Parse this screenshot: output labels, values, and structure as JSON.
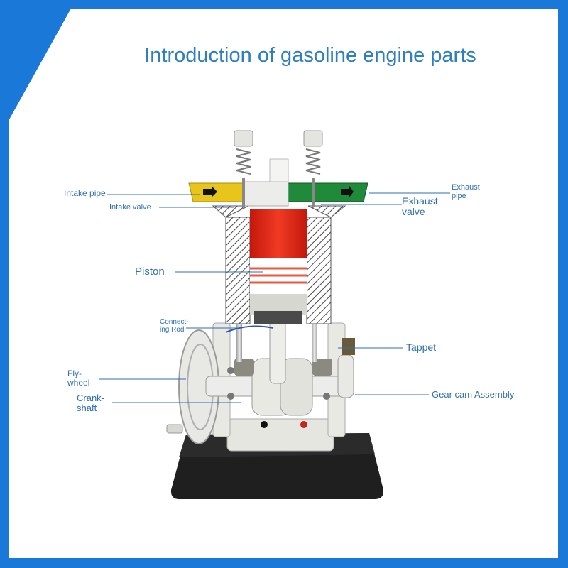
{
  "title": "Introduction of gasoline engine parts",
  "labels": {
    "intake_pipe": "Intake pipe",
    "intake_valve": "Intake valve",
    "exhaust_pipe_line1": "Exhaust",
    "exhaust_pipe_line2": "pipe",
    "exhaust_valve_line1": "Exhaust",
    "exhaust_valve_line2": "valve",
    "piston": "Piston",
    "connecting_rod_line1": "Connect-",
    "connecting_rod_line2": "ing Rod",
    "tappet": "Tappet",
    "flywheel_line1": "Fly-",
    "flywheel_line2": "wheel",
    "crankshaft_line1": "Crank-",
    "crankshaft_line2": "shaft",
    "gear_cam": "Gear cam Assembly"
  },
  "colors": {
    "frame_blue": "#1a78d8",
    "label_blue": "#2f6fb0",
    "intake_yellow": "#e8c51a",
    "exhaust_green": "#1f8a3a",
    "cylinder_red": "#e02a1a",
    "base_black": "#1c1c1c"
  }
}
